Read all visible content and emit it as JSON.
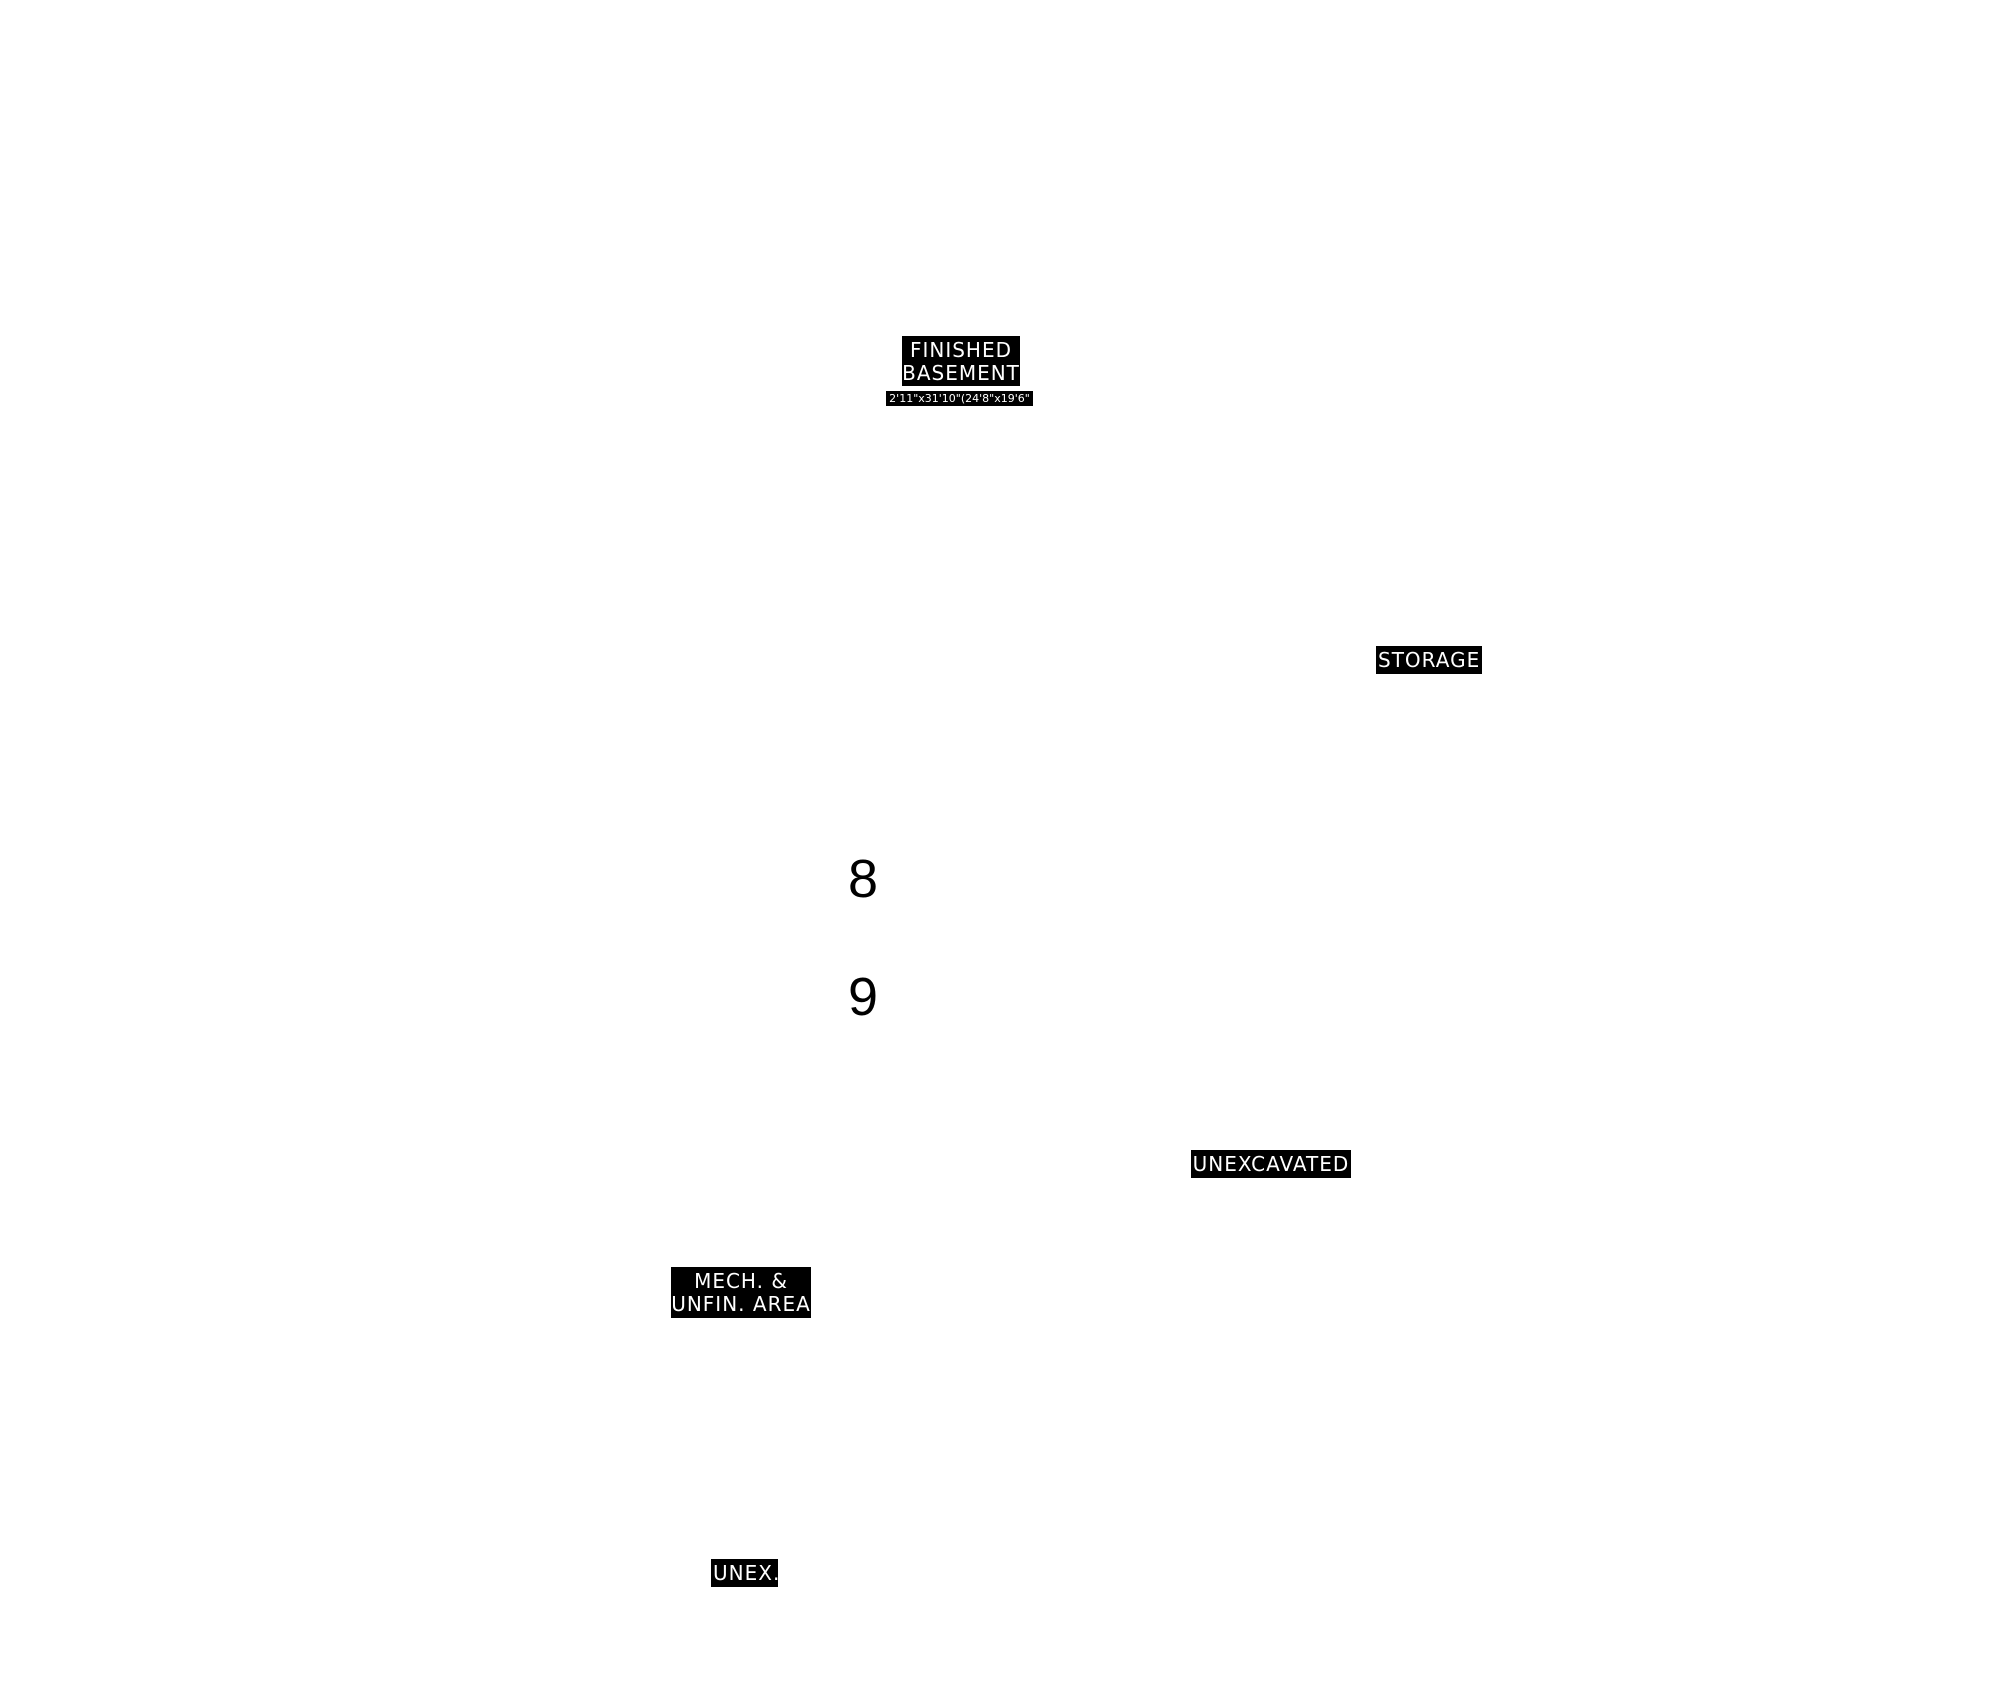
{
  "rooms": {
    "finished_basement": {
      "line1": "FINISHED",
      "line2": "BASEMENT",
      "dimensions": "2'11\"x31'10\"(24'8\"x19'6\""
    },
    "storage": {
      "label": "STORAGE"
    },
    "unexcavated": {
      "label": "UNEXCAVATED"
    },
    "mech_area": {
      "line1": "MECH. &",
      "line2": "UNFIN. AREA"
    },
    "unex": {
      "label": "UNEX."
    }
  },
  "markers": {
    "first": "8",
    "second": "9"
  }
}
